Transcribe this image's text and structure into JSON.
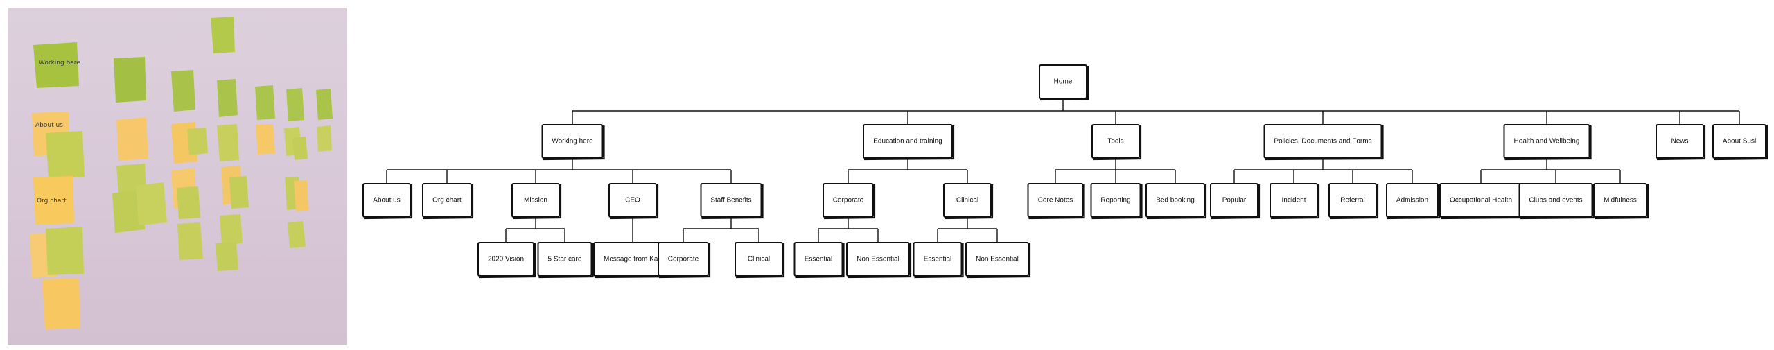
{
  "photo": {
    "notes": [
      "Working here",
      "About us",
      "Org chart"
    ]
  },
  "sitemap": {
    "label": "Home",
    "children": [
      {
        "label": "Working here",
        "children": [
          {
            "label": "About us"
          },
          {
            "label": "Org chart"
          },
          {
            "label": "Mission",
            "children": [
              {
                "label": "2020 Vision"
              },
              {
                "label": "5 Star care"
              }
            ]
          },
          {
            "label": "CEO",
            "children": [
              {
                "label": "Message from Karl"
              }
            ]
          },
          {
            "label": "Staff Benefits",
            "children": [
              {
                "label": "Corporate"
              },
              {
                "label": "Clinical"
              }
            ]
          }
        ]
      },
      {
        "label": "Education and training",
        "children": [
          {
            "label": "Corporate",
            "children": [
              {
                "label": "Essential"
              },
              {
                "label": "Non Essential"
              }
            ]
          },
          {
            "label": "Clinical",
            "children": [
              {
                "label": "Essential"
              },
              {
                "label": "Non Essential"
              }
            ]
          }
        ]
      },
      {
        "label": "Tools",
        "children": [
          {
            "label": "Core Notes"
          },
          {
            "label": "Reporting"
          },
          {
            "label": "Bed booking"
          }
        ]
      },
      {
        "label": "Policies, Documents and Forms",
        "children": [
          {
            "label": "Popular"
          },
          {
            "label": "Incident"
          },
          {
            "label": "Referral"
          },
          {
            "label": "Admission"
          }
        ]
      },
      {
        "label": "Health and Wellbeing",
        "children": [
          {
            "label": "Occupational Health"
          },
          {
            "label": "Clubs and events"
          },
          {
            "label": "Midfulness"
          }
        ]
      },
      {
        "label": "News"
      },
      {
        "label": "About Susi"
      }
    ]
  }
}
